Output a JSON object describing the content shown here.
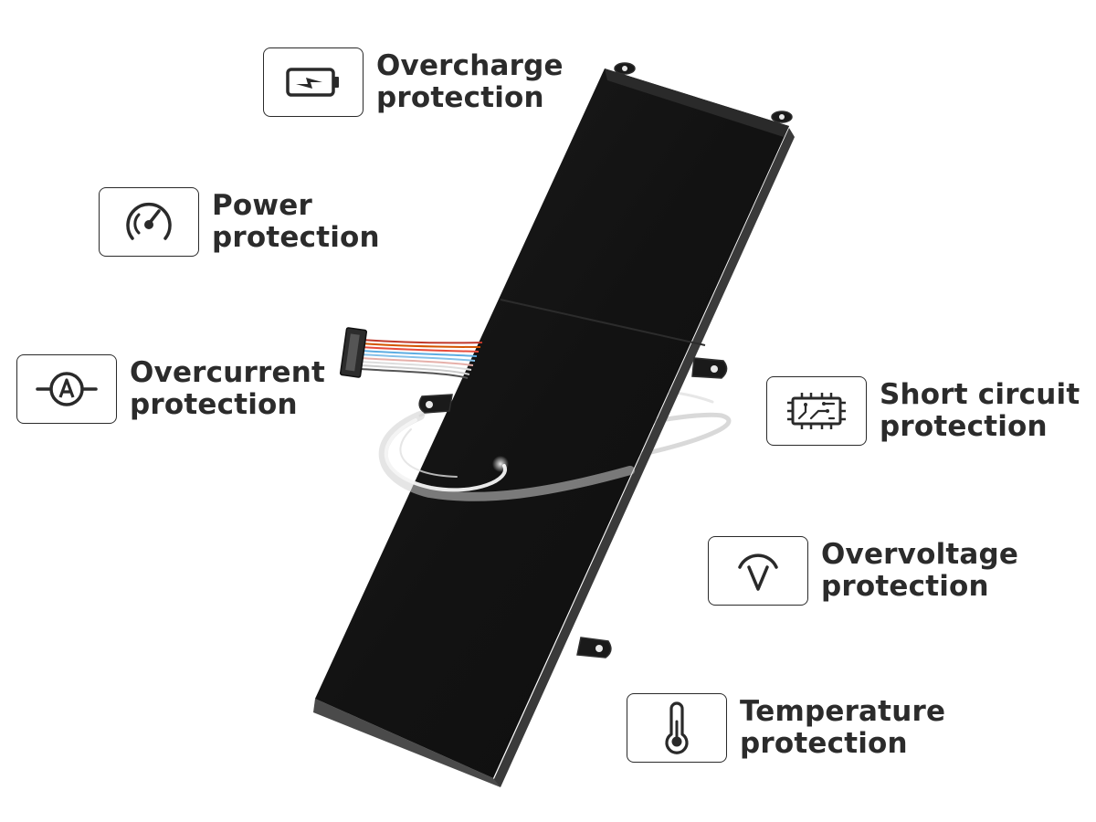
{
  "features": [
    {
      "id": "overcharge",
      "icon": "battery-bolt-icon",
      "line1": "Overcharge",
      "line2": "protection"
    },
    {
      "id": "power",
      "icon": "gauge-icon",
      "line1": "Power",
      "line2": "protection"
    },
    {
      "id": "overcurrent",
      "icon": "ammeter-icon",
      "line1": "Overcurrent",
      "line2": "protection"
    },
    {
      "id": "short-circuit",
      "icon": "circuit-board-icon",
      "line1": "Short circuit",
      "line2": "protection"
    },
    {
      "id": "overvoltage",
      "icon": "voltmeter-icon",
      "line1": "Overvoltage",
      "line2": "protection"
    },
    {
      "id": "temperature",
      "icon": "thermometer-icon",
      "line1": "Temperature",
      "line2": "protection"
    }
  ],
  "colors": {
    "battery_body": "#141414",
    "battery_edge": "#3a3a3a",
    "text": "#2b2b2b",
    "icon_border": "#2a2a2a"
  }
}
